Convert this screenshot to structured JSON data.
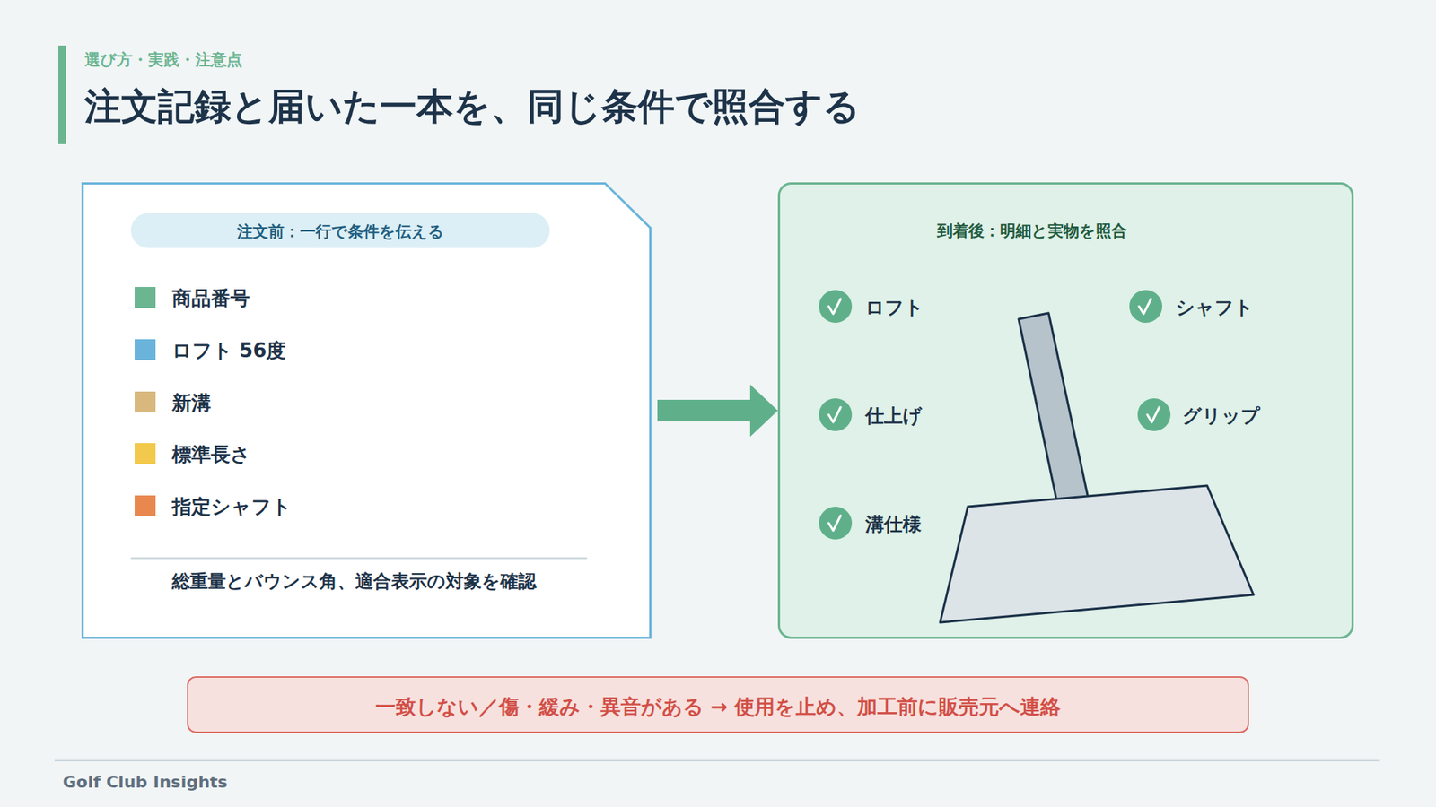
{
  "diagram": {
    "title": "注文記録と届いた一本を、同じ条件で照合する",
    "nodes": [
      {
        "text": [
          "総重量とバウンス角、適合表示の対象を確認"
        ]
      },
      {
        "text": [
          "注文前：一行で条件を伝える"
        ],
        "in": 0
      },
      {
        "text": [
          "到着後：明細と実物を照合"
        ]
      },
      {
        "text": [
          "一致しない／傷・緩み・異音がある → 使用を止め、加工前に販売元へ連絡"
        ]
      }
    ],
    "edges": [
      {
        "from": 0,
        "to": 2,
        "arrow": "to"
      }
    ],
    "labels": [
      "選び方・実践・注意点",
      "ロフト",
      "シャフト",
      "仕上げ",
      "グリップ",
      "溝仕様",
      "Golf Club Insights"
    ],
    "legend": [
      {
        "text": "商品番号",
        "color": "#6bb591"
      },
      {
        "text": "ロフト 56度",
        "color": "#6ab4dc"
      },
      {
        "text": "新溝",
        "color": "#d9b87e"
      },
      {
        "text": "標準長さ",
        "color": "#f2c94c"
      },
      {
        "text": "指定シャフト",
        "color": "#e8884f"
      }
    ]
  }
}
